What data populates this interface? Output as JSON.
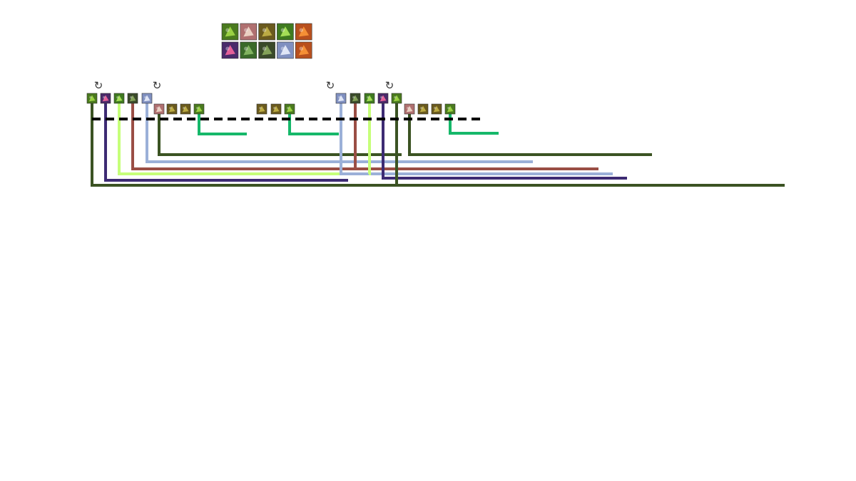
{
  "colors": {
    "dark_green": "#3b5323",
    "navy_purple": "#3d2b73",
    "lime": "#c6ff7a",
    "brown_red": "#9a4e45",
    "light_blue": "#9bb0d8",
    "teal": "#16b86a",
    "dash": "#000000"
  },
  "icon_types": {
    "A": {
      "name": "green-leaf-skill-icon",
      "bg": "#4a7a1e",
      "fg": "#a8e04a"
    },
    "B": {
      "name": "red-feather-skill-icon",
      "bg": "#b07070",
      "fg": "#f5e0d0"
    },
    "C": {
      "name": "beast-claw-skill-icon",
      "bg": "#6a5a1e",
      "fg": "#c9b84a"
    },
    "D": {
      "name": "green-wolf-skill-icon",
      "bg": "#3f7a20",
      "fg": "#b6f060"
    },
    "E": {
      "name": "fire-orange-skill-icon",
      "bg": "#b8501e",
      "fg": "#ff9a3a"
    },
    "F": {
      "name": "purple-orb-skill-icon",
      "bg": "#4a2a6a",
      "fg": "#ff6aa0"
    },
    "G": {
      "name": "green-shell-skill-icon",
      "bg": "#3a6a2a",
      "fg": "#8ec06a"
    },
    "H": {
      "name": "dark-green-beast-skill-icon",
      "bg": "#3a4a2a",
      "fg": "#90b060"
    },
    "I": {
      "name": "ice-blue-skill-icon",
      "bg": "#8090c0",
      "fg": "#f0f4ff"
    }
  },
  "legend": {
    "row1": [
      "A",
      "B",
      "C",
      "D",
      "E"
    ],
    "row2": [
      "F",
      "G",
      "H",
      "I",
      "E"
    ]
  },
  "cycle_markers": [
    {
      "name": "cycle-refresh-icon",
      "symbol": "↻"
    },
    {
      "name": "cycle-refresh-icon",
      "symbol": "↻"
    },
    {
      "name": "cycle-refresh-icon",
      "symbol": "↻"
    },
    {
      "name": "cycle-refresh-icon",
      "symbol": "↻"
    }
  ],
  "timeline_upper": [
    "A",
    "F",
    "D",
    "H",
    "I",
    "I",
    "H",
    "D",
    "F",
    "A"
  ],
  "timeline_lower": [
    "B",
    "C",
    "C",
    "A",
    "C",
    "C",
    "A",
    "B",
    "C",
    "C",
    "A"
  ],
  "bars": [
    {
      "color": "teal",
      "from": "lower-3"
    },
    {
      "color": "teal",
      "from": "lower-6"
    },
    {
      "color": "teal",
      "from": "lower-10"
    },
    {
      "color": "dark_green",
      "from": "lower-0"
    },
    {
      "color": "dark_green",
      "from": "lower-7"
    },
    {
      "color": "light_blue",
      "from": "upper-4"
    },
    {
      "color": "brown_red",
      "from": "upper-3"
    },
    {
      "color": "lime",
      "from": "upper-2"
    },
    {
      "color": "light_blue",
      "from": "upper-5"
    },
    {
      "color": "navy_purple",
      "from": "upper-1"
    },
    {
      "color": "brown_red",
      "from": "upper-6"
    },
    {
      "color": "lime",
      "from": "upper-7"
    },
    {
      "color": "navy_purple",
      "from": "upper-8"
    },
    {
      "color": "dark_green",
      "from": "upper-0"
    },
    {
      "color": "dark_green",
      "from": "upper-9"
    }
  ]
}
